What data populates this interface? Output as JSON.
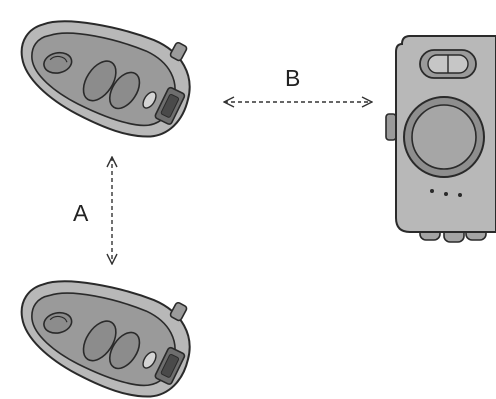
{
  "labels": {
    "a": "A",
    "b": "B"
  },
  "colors": {
    "device_body": "#b8b8b8",
    "device_inner": "#9a9a9a",
    "device_button": "#8c8c8c",
    "outline": "#2a2a2a",
    "arrow": "#333333",
    "text": "#222222"
  },
  "components": {
    "top_left": "remote-fob",
    "bottom_left": "remote-fob",
    "right": "base-unit"
  },
  "connections": [
    {
      "from": "remote-fob-top",
      "to": "base-unit",
      "label": "B",
      "style": "dashed-double-arrow"
    },
    {
      "from": "remote-fob-top",
      "to": "remote-fob-bottom",
      "label": "A",
      "style": "dashed-double-arrow"
    }
  ]
}
